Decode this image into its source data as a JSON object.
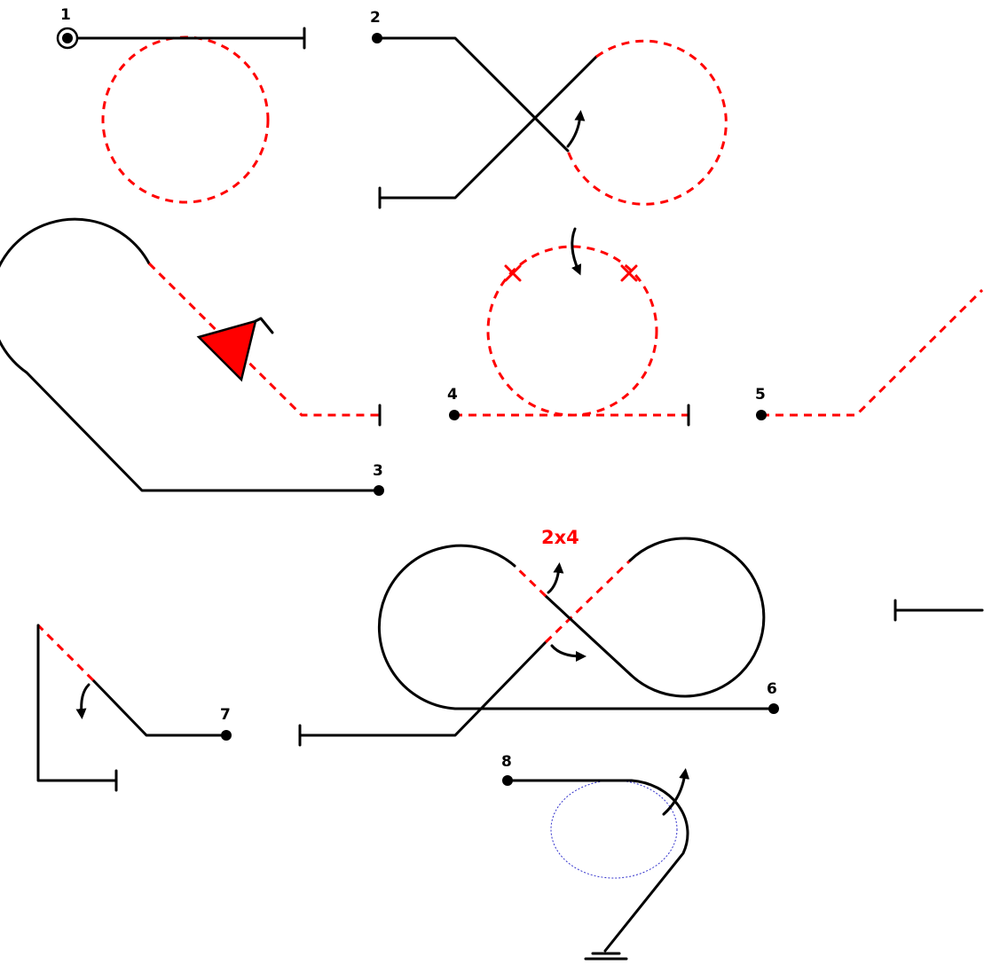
{
  "colors": {
    "solid": "#000000",
    "dashed": "#ff0000",
    "fill_marker": "#ff0000",
    "thin_dotted": "#3333cc"
  },
  "labels": {
    "m1": "1",
    "m2": "2",
    "m3": "3",
    "m4": "4",
    "m5": "5",
    "m6": "6",
    "m7": "7",
    "m8": "8",
    "repeat": "2x4"
  },
  "icons": {
    "start": "target-dot-icon",
    "point": "dot-icon",
    "end": "end-bar-icon",
    "marker": "triangle-icon",
    "direction": "curved-arrow-icon",
    "cross": "x-mark-icon"
  }
}
